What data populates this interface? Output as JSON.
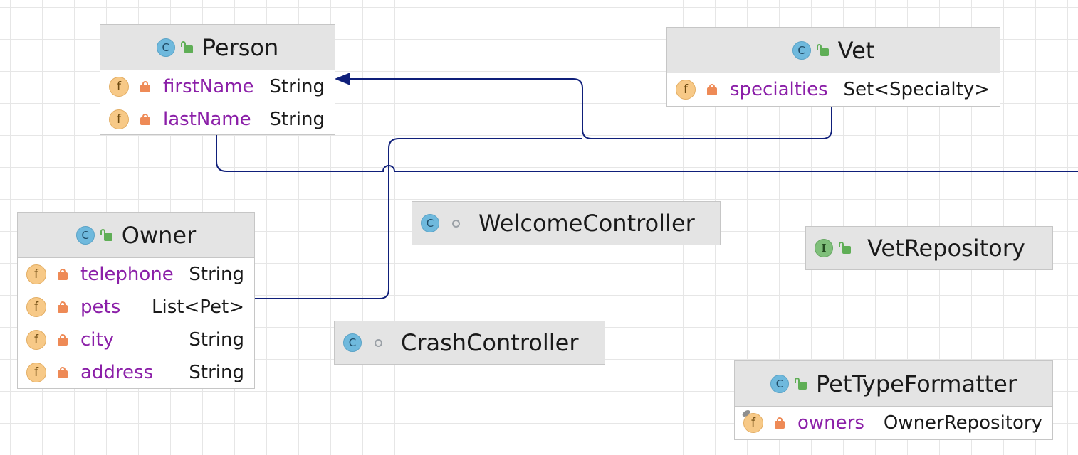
{
  "colors": {
    "edge": "#0f1f7a",
    "header": "#e4e4e4",
    "field_name": "#8b1fa8",
    "class_icon": "#6fb9dd",
    "interface_icon": "#7fbf7a",
    "field_icon": "#f7c987",
    "private_lock": "#ee8a56",
    "public_lock": "#5fae56"
  },
  "nodes": {
    "person": {
      "kind_icon": "C",
      "title": "Person",
      "fields": [
        {
          "icon": "f",
          "name": "firstName",
          "type": "String"
        },
        {
          "icon": "f",
          "name": "lastName",
          "type": "String"
        }
      ]
    },
    "vet": {
      "kind_icon": "C",
      "title": "Vet",
      "fields": [
        {
          "icon": "f",
          "name": "specialties",
          "type": "Set<Specialty>"
        }
      ]
    },
    "owner": {
      "kind_icon": "C",
      "title": "Owner",
      "fields": [
        {
          "icon": "f",
          "name": "telephone",
          "type": "String"
        },
        {
          "icon": "f",
          "name": "pets",
          "type": "List<Pet>"
        },
        {
          "icon": "f",
          "name": "city",
          "type": "String"
        },
        {
          "icon": "f",
          "name": "address",
          "type": "String"
        }
      ]
    },
    "welcome_controller": {
      "kind_icon": "C",
      "title": "WelcomeController"
    },
    "vet_repository": {
      "kind_icon": "I",
      "title": "VetRepository"
    },
    "crash_controller": {
      "kind_icon": "C",
      "title": "CrashController"
    },
    "pet_type_formatter": {
      "kind_icon": "C",
      "title": "PetTypeFormatter",
      "fields": [
        {
          "icon": "f",
          "name": "owners",
          "type": "OwnerRepository"
        }
      ]
    }
  }
}
